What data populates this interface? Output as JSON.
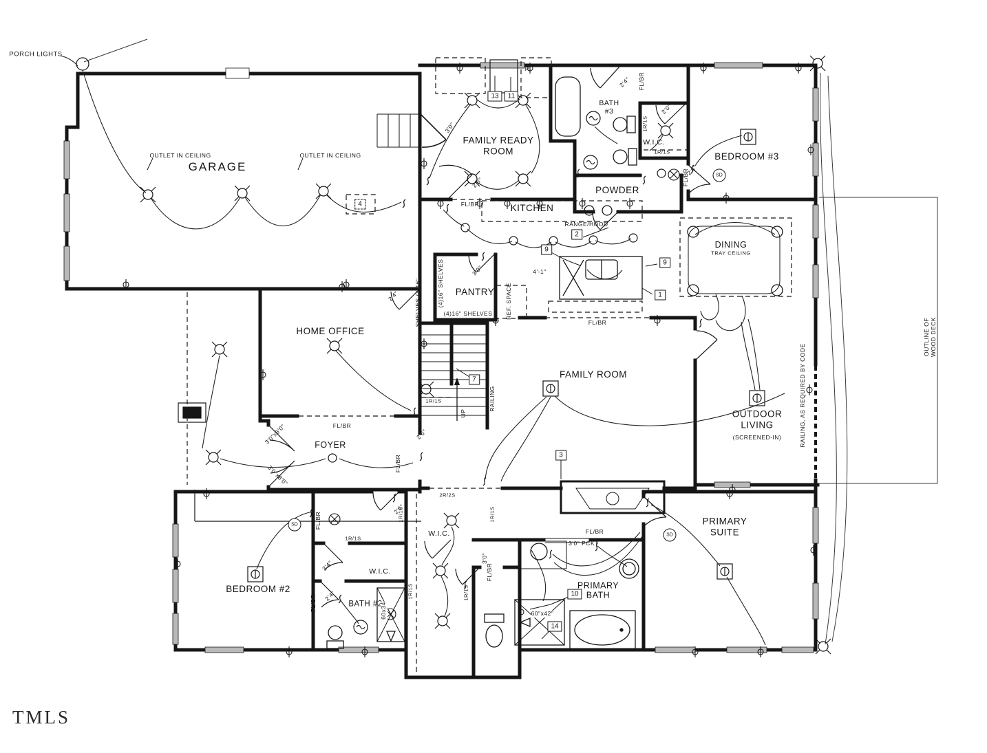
{
  "rooms": {
    "garage": "GARAGE",
    "family_ready": "FAMILY READY\nROOM",
    "bath3": "BATH\n#3",
    "wic": "W.I.C.",
    "powder": "POWDER",
    "bedroom3": "BEDROOM #3",
    "dining": "DINING",
    "dining_sub": "TRAY CEILING",
    "kitchen": "KITCHEN",
    "pantry": "PANTRY",
    "home_office": "HOME OFFICE",
    "family_room": "FAMILY ROOM",
    "outdoor": "OUTDOOR\nLIVING",
    "outdoor_sub": "(SCREENED-IN)",
    "foyer": "FOYER",
    "bedroom2": "BEDROOM #2",
    "bath2": "BATH #2",
    "primary_bath": "PRIMARY\nBATH",
    "primary_suite": "PRIMARY\nSUITE"
  },
  "ann": {
    "porch_lights": "PORCH LIGHTS",
    "outlet_ceiling": "OUTLET IN CEILING",
    "range_hood": "RANGE/HOOD",
    "ref_space": "REF. SPACE",
    "shelves": "(4)16\" SHELVES",
    "shelves_alt": "SHELVES (4)16\"",
    "railing": "RAILING",
    "up": "UP",
    "railing_code": "RAILING, AS REQUIRED BY CODE",
    "deck": "OUTLINE OF WOOD DECK",
    "flbr": "FL/BR",
    "r1s1": "1R/1S",
    "r2s2": "2R/2S",
    "sd": "SD",
    "pocket": "3'0\" PCKT",
    "shower_primary": "60\"x42\"",
    "shower_bath2": "60x34",
    "dim41": "4'-1\"",
    "r": "R",
    "watermark": "TMLS"
  },
  "dims": {
    "d30": "3'0\"",
    "d28": "2'8\"",
    "d26": "2'6\"",
    "d24": "2'4\"",
    "d20": "2'0\"",
    "d3080": "3'0\"x8'0\""
  },
  "keys": {
    "k1": "1",
    "k2": "2",
    "k3": "3",
    "k4": "4",
    "k7": "7",
    "k9": "9",
    "k10": "10",
    "k11": "11",
    "k13": "13",
    "k14": "14"
  }
}
